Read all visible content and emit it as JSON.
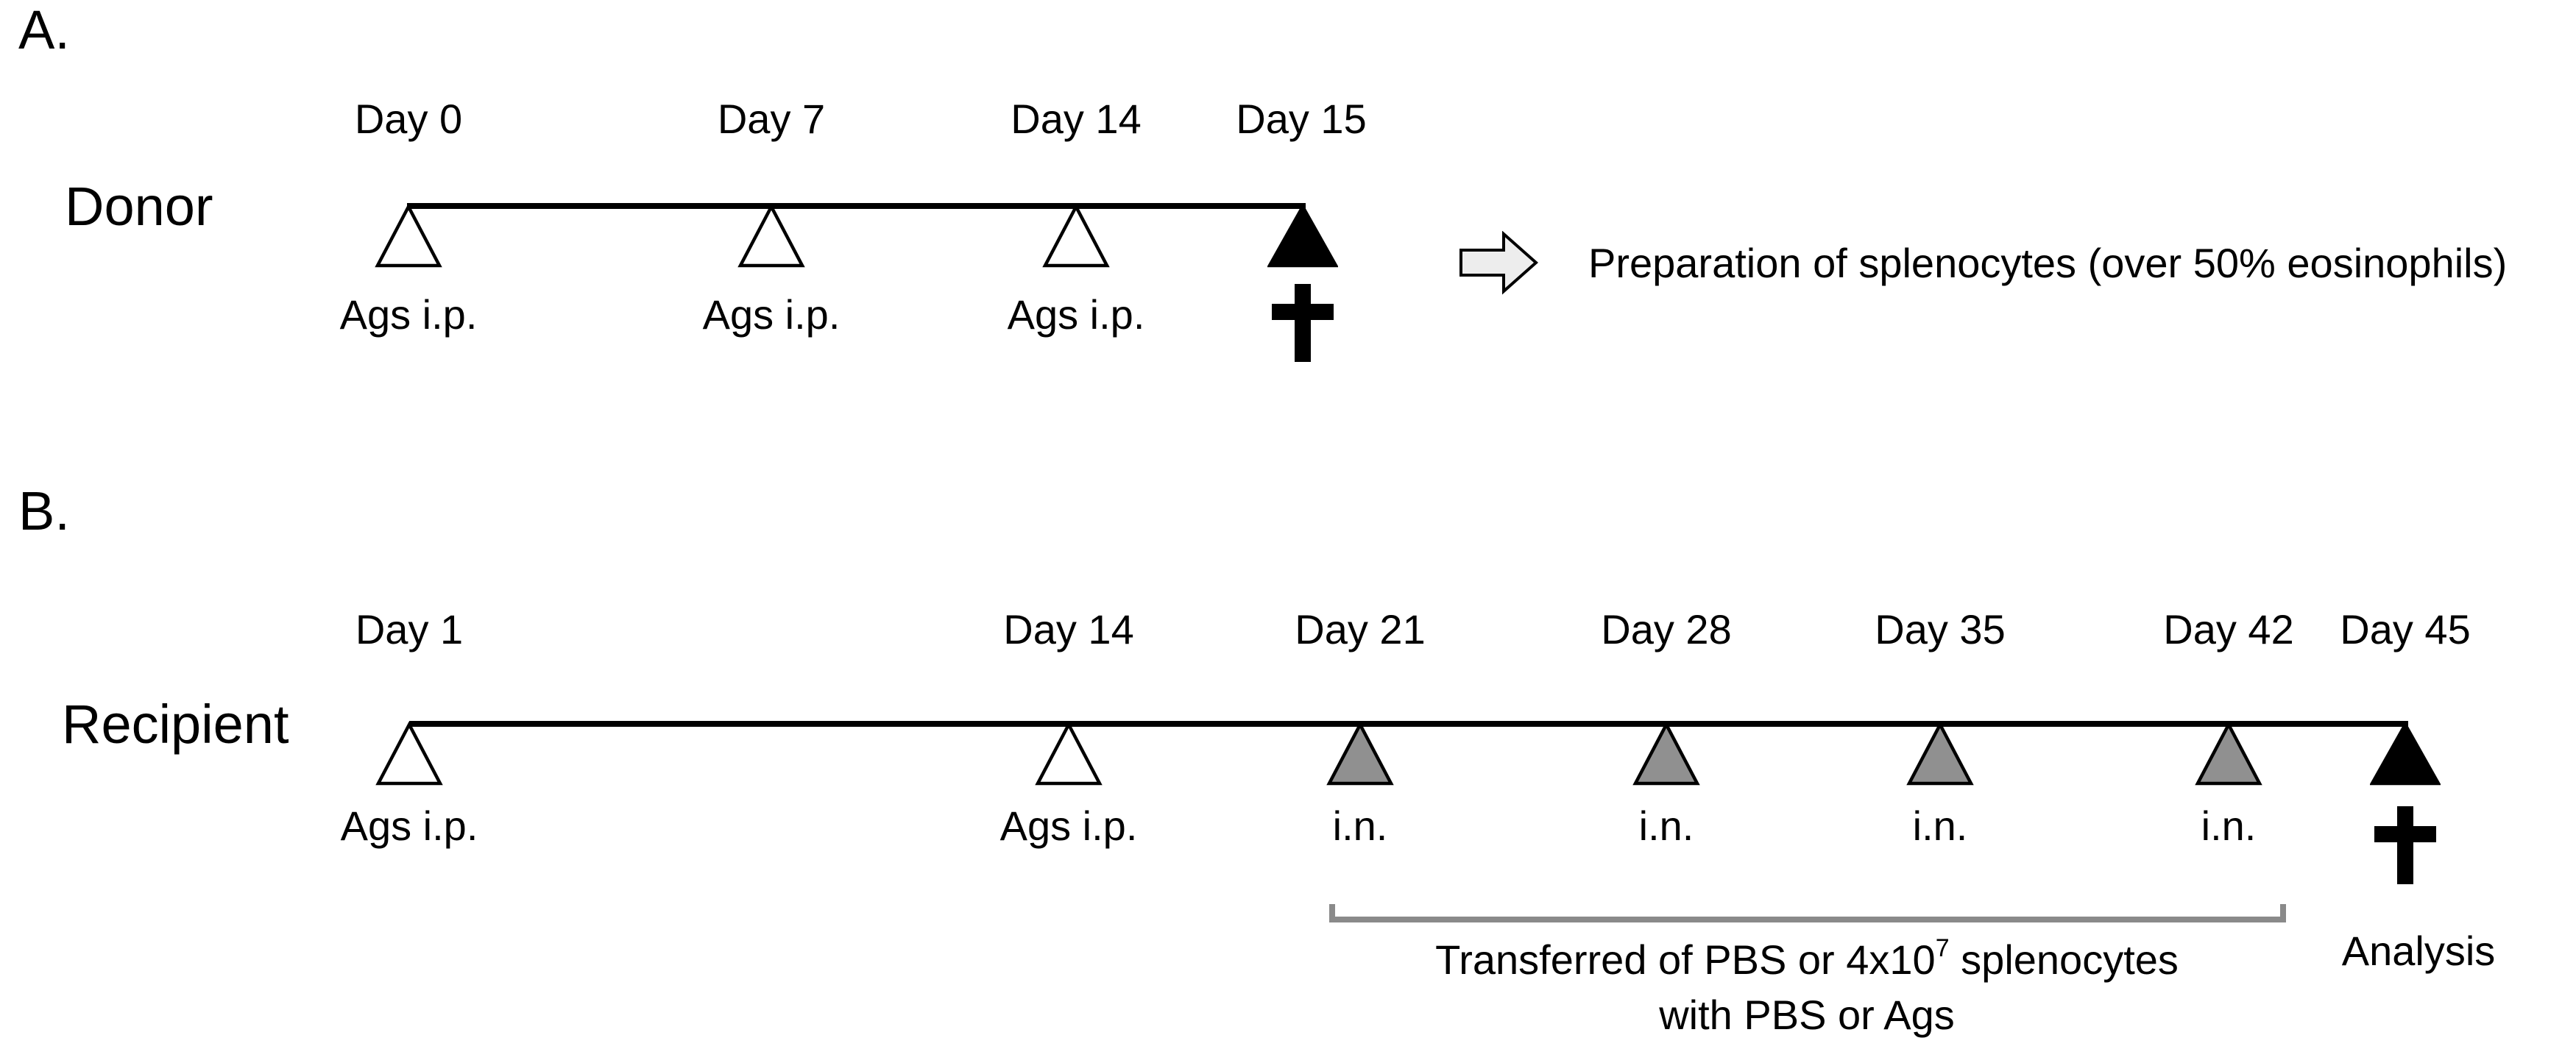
{
  "figure_type": "experimental-timeline-schematic",
  "panel_a": {
    "label": "A.",
    "subject": "Donor",
    "timepoints": [
      {
        "day": "Day 0",
        "marker": "open-triangle",
        "note": "Ags i.p."
      },
      {
        "day": "Day 7",
        "marker": "open-triangle",
        "note": "Ags i.p."
      },
      {
        "day": "Day 14",
        "marker": "open-triangle",
        "note": "Ags i.p."
      },
      {
        "day": "Day 15",
        "marker": "black-triangle-sacrifice-cross",
        "note": ""
      }
    ],
    "outcome": "Preparation of splenocytes (over 50% eosinophils)"
  },
  "panel_b": {
    "label": "B.",
    "subject": "Recipient",
    "timepoints": [
      {
        "day": "Day 1",
        "marker": "open-triangle",
        "note": "Ags i.p."
      },
      {
        "day": "Day 14",
        "marker": "open-triangle",
        "note": "Ags i.p."
      },
      {
        "day": "Day 21",
        "marker": "gray-triangle",
        "note": "i.n."
      },
      {
        "day": "Day 28",
        "marker": "gray-triangle",
        "note": "i.n."
      },
      {
        "day": "Day 35",
        "marker": "gray-triangle",
        "note": "i.n."
      },
      {
        "day": "Day 42",
        "marker": "gray-triangle",
        "note": "i.n."
      },
      {
        "day": "Day 45",
        "marker": "black-triangle-sacrifice-cross",
        "note": ""
      }
    ],
    "bracket_caption": {
      "line1_prefix": "Transferred of PBS or 4x10",
      "line1_sup": "7",
      "line1_suffix": " splenocytes",
      "line2": "with PBS or Ags"
    },
    "analysis_label": "Analysis"
  },
  "colors": {
    "background": "#ffffff",
    "ink": "#000000",
    "open_triangle_fill": "#ffffff",
    "gray_triangle_fill": "#909090",
    "black_triangle_fill": "#000000",
    "bracket_gray": "#8a8a8a",
    "arrow_fill": "#ededed"
  }
}
